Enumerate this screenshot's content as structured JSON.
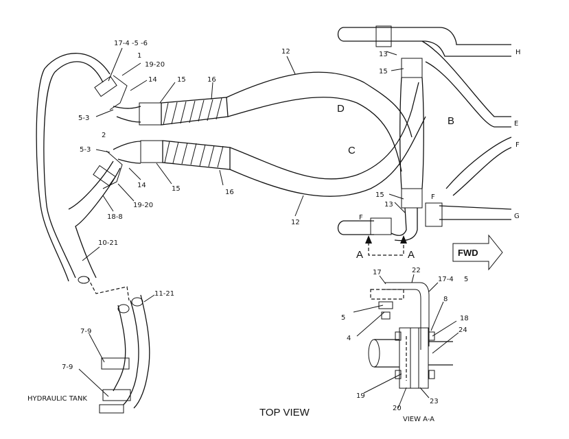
{
  "title": "TOP VIEW",
  "view_label": "VIEW  A-A",
  "direction_label": "FWD",
  "tank_label": "HYDRAULIC TANK",
  "section_marks": [
    "A",
    "A"
  ],
  "zone_label": "B",
  "hose_ids": [
    "C",
    "D"
  ],
  "line_ends": [
    "H",
    "E",
    "F",
    "G",
    "F"
  ],
  "callouts": {
    "c1": "17-4 -5 -6",
    "c2": "1",
    "c3": "19-20",
    "c4": "14",
    "c5": "15",
    "c6": "16",
    "c7": "12",
    "c8": "5-3",
    "c9": "2",
    "c10": "5-3",
    "c11": "14",
    "c12": "15",
    "c13": "16",
    "c14": "12",
    "c15": "19-20",
    "c16": "18-8",
    "c17": "10-21",
    "c18": "11-21",
    "c19": "7-9",
    "c20": "7-9",
    "c21": "13",
    "c22": "15",
    "c23": "15",
    "c24": "13",
    "v1": "17",
    "v2": "22",
    "v3": "17-4",
    "v4": "5",
    "v5": "8",
    "v6": "5",
    "v7": "18",
    "v8": "4",
    "v9": "24",
    "v10": "19",
    "v11": "20",
    "v12": "23"
  }
}
